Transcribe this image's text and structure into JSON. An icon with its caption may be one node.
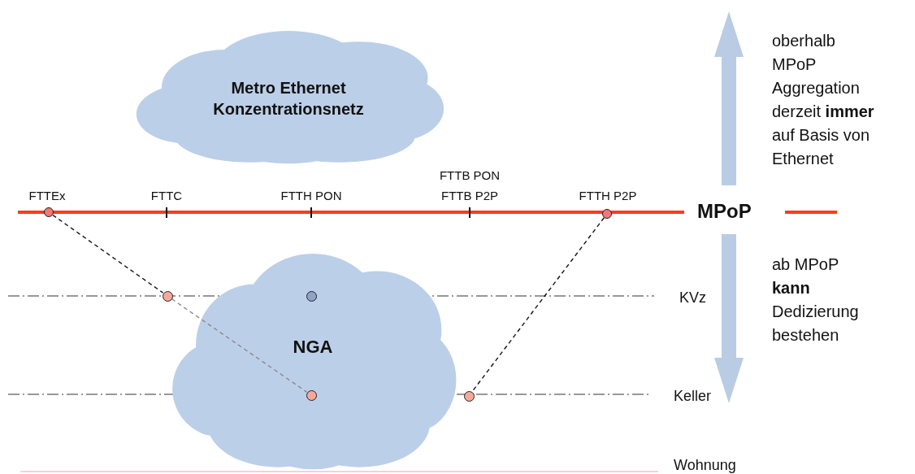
{
  "diagram": {
    "nodes": [
      {
        "text": [
          "Metro Ethernet Konzentrationsnetz"
        ]
      },
      {
        "text": [
          "NGA"
        ]
      },
      {
        "text": [],
        "shape": "circle"
      },
      {
        "text": [],
        "shape": "circle"
      },
      {
        "text": [],
        "shape": "circle"
      },
      {
        "text": [],
        "shape": "circle"
      },
      {
        "text": [],
        "shape": "circle",
        "in": 1
      },
      {
        "text": [],
        "shape": "circle"
      }
    ],
    "edges": [
      {
        "from": 2,
        "to": 4,
        "arrow": "none",
        "style": "dashed"
      },
      {
        "from": 4,
        "to": 6,
        "arrow": "none",
        "style": "dashed",
        "color": "#8a8a8a"
      },
      {
        "from": 3,
        "to": 7,
        "arrow": "none",
        "style": "dashed"
      }
    ],
    "labels": [
      "FTTB PON",
      "FTTEx",
      "FTTC",
      "FTTH PON",
      "FTTB P2P",
      "FTTH P2P",
      "MPoP",
      "oberhalb MPoP Aggregation derzeit **immer** auf Basis von Ethernet",
      "ab MPoP **kann** Dedizierung bestehen",
      "KVz",
      "Keller",
      "Wohnung"
    ]
  }
}
